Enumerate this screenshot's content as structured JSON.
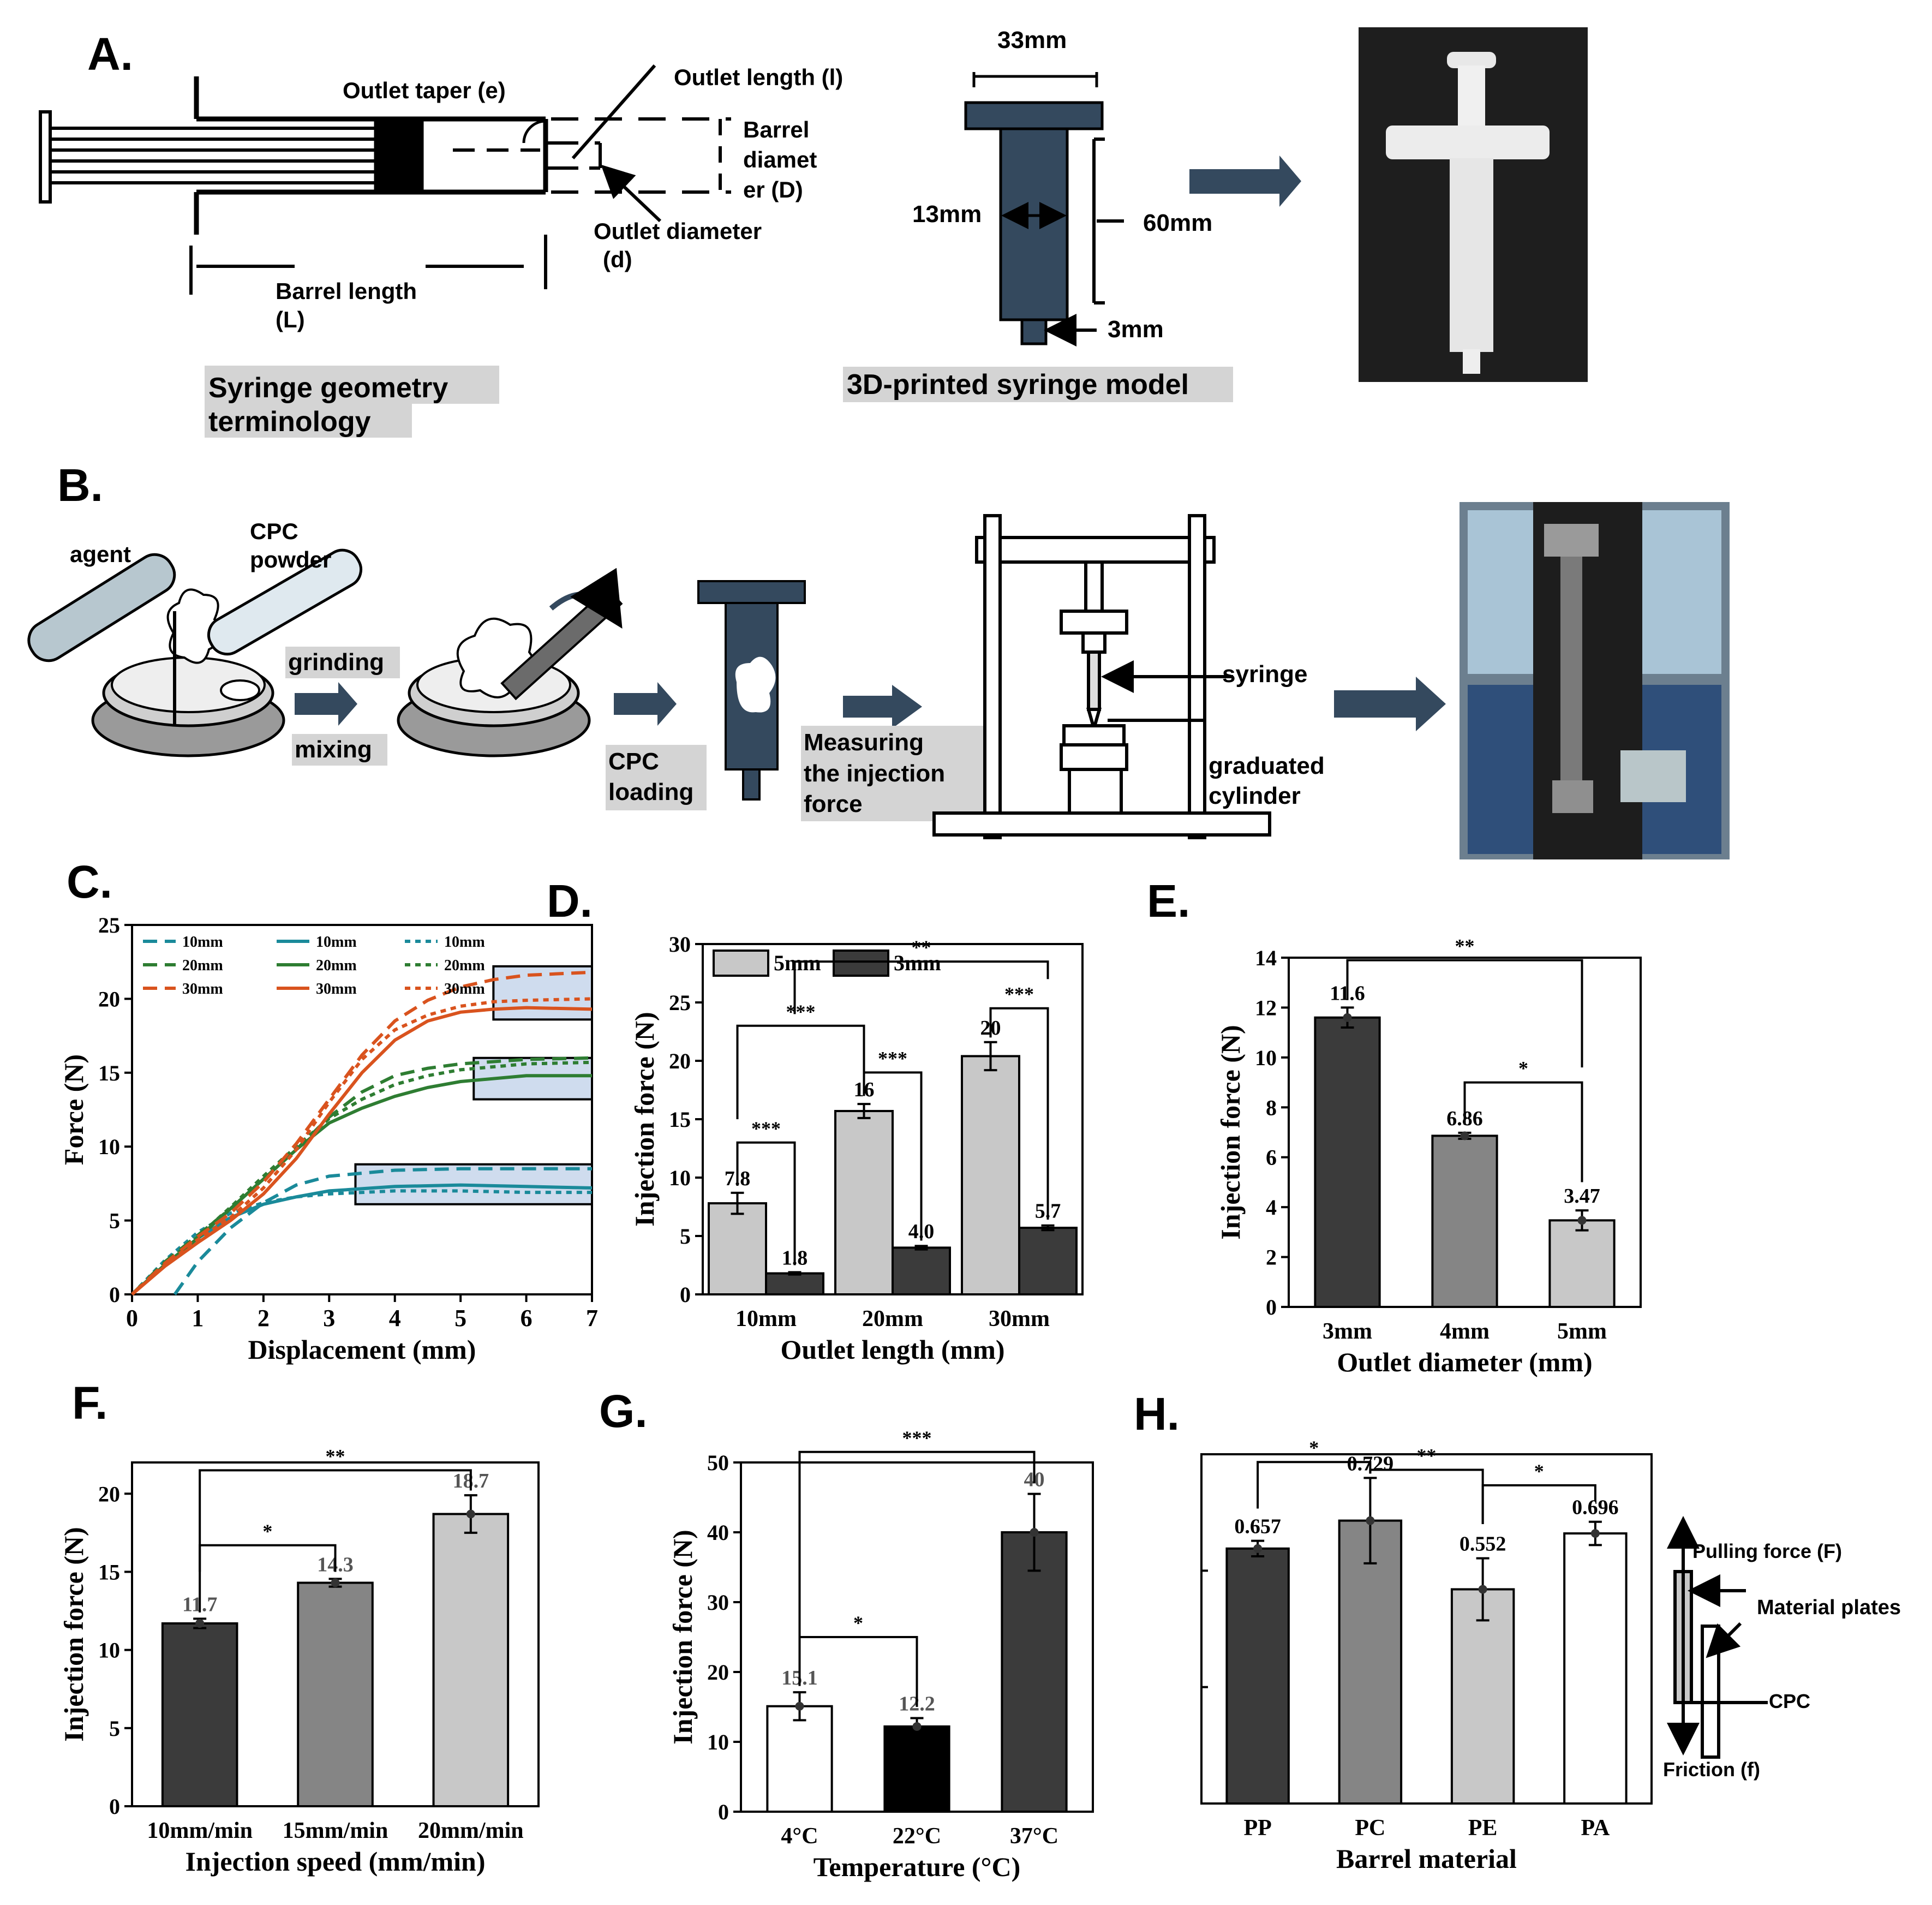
{
  "panelA": {
    "letter": "A.",
    "outlet_taper": "Outlet taper (e)",
    "outlet_length": "Outlet length (l)",
    "barrel_diameter_1": "Barrel",
    "barrel_diameter_2": "diamet",
    "barrel_diameter_3": "er (D)",
    "outlet_diameter_1": "Outlet diameter",
    "outlet_diameter_2": "(d)",
    "barrel_length_1": "Barrel length",
    "barrel_length_2": "(L)",
    "caption_1": "Syringe geometry",
    "caption_2": "terminology",
    "dim_33": "33mm",
    "dim_13": "13mm",
    "dim_60": "60mm",
    "dim_3": "3mm",
    "model_caption": "3D-printed syringe model"
  },
  "panelB": {
    "letter": "B.",
    "agent": "agent",
    "cpc_1": "CPC",
    "cpc_2": "powder",
    "grinding": "grinding",
    "mixing": "mixing",
    "loading_1": "CPC",
    "loading_2": "loading",
    "measure_1": "Measuring",
    "measure_2": "the injection",
    "measure_3": "force",
    "syringe": "syringe",
    "cyl_1": "graduated",
    "cyl_2": "cylinder"
  },
  "colors": {
    "teal": "#1a8a9a",
    "green": "#2e7d32",
    "orange": "#d9531e",
    "dark": "#3b3b3b",
    "mid": "#858585",
    "light": "#c8c8c8",
    "navy": "#34495e",
    "box": "#cfdcee"
  },
  "chart_data": [
    {
      "panel": "C.",
      "type": "line",
      "xlabel": "Displacement (mm)",
      "ylabel": "Force (N)",
      "xlim": [
        0,
        7
      ],
      "ylim": [
        0,
        25
      ],
      "xticks": [
        "0",
        "1",
        "2",
        "3",
        "4",
        "5",
        "6",
        "7"
      ],
      "yticks": [
        "0",
        "5",
        "10",
        "15",
        "20",
        "25"
      ],
      "legend": "top-left",
      "series": [
        {
          "name": "10mm",
          "style": "dash",
          "color": "#1a8a9a",
          "x": [
            0.65,
            1,
            1.5,
            2,
            2.5,
            3,
            4,
            5,
            6,
            7
          ],
          "y": [
            0,
            2.2,
            4.5,
            6.2,
            7.4,
            8.0,
            8.4,
            8.5,
            8.5,
            8.5
          ]
        },
        {
          "name": "10mm",
          "style": "solid",
          "color": "#1a8a9a",
          "x": [
            0,
            0.5,
            1,
            1.5,
            2,
            2.5,
            3,
            4,
            5,
            6,
            7
          ],
          "y": [
            0,
            2,
            3.8,
            5.2,
            6.1,
            6.6,
            7.0,
            7.3,
            7.4,
            7.3,
            7.2
          ]
        },
        {
          "name": "10mm",
          "style": "dot",
          "color": "#1a8a9a",
          "x": [
            0,
            0.5,
            1,
            1.5,
            2,
            2.5,
            3,
            4,
            5,
            6,
            7
          ],
          "y": [
            0,
            2.3,
            4.2,
            5.5,
            6.2,
            6.6,
            6.8,
            7.0,
            7.0,
            6.9,
            6.9
          ]
        },
        {
          "name": "20mm",
          "style": "dash",
          "color": "#2e7d32",
          "x": [
            0,
            0.5,
            1,
            1.5,
            2,
            2.5,
            3,
            3.5,
            4,
            4.5,
            5,
            6,
            7
          ],
          "y": [
            0,
            2.2,
            4.0,
            5.8,
            7.8,
            9.8,
            12.0,
            13.7,
            14.8,
            15.3,
            15.6,
            15.9,
            16.0
          ]
        },
        {
          "name": "20mm",
          "style": "solid",
          "color": "#2e7d32",
          "x": [
            0,
            0.5,
            1,
            1.5,
            2,
            2.5,
            3,
            3.5,
            4,
            4.5,
            5,
            6,
            7
          ],
          "y": [
            0,
            2.0,
            3.8,
            5.8,
            7.8,
            9.8,
            11.6,
            12.6,
            13.4,
            14.0,
            14.4,
            14.8,
            14.8
          ]
        },
        {
          "name": "20mm",
          "style": "dot",
          "color": "#2e7d32",
          "x": [
            0,
            0.5,
            1,
            1.5,
            2,
            2.5,
            3,
            3.5,
            4,
            4.5,
            5,
            6,
            7
          ],
          "y": [
            0,
            2.1,
            3.9,
            5.9,
            8.0,
            10.0,
            11.9,
            13.2,
            14.2,
            14.8,
            15.2,
            15.6,
            15.7
          ]
        },
        {
          "name": "30mm",
          "style": "dash",
          "color": "#d9531e",
          "x": [
            0,
            0.5,
            1,
            1.5,
            2,
            2.5,
            3,
            3.5,
            4,
            4.5,
            5,
            5.5,
            6,
            7
          ],
          "y": [
            0,
            2.1,
            3.9,
            5.5,
            7.6,
            10.2,
            13.2,
            16.2,
            18.5,
            19.9,
            20.8,
            21.3,
            21.6,
            21.8
          ]
        },
        {
          "name": "30mm",
          "style": "solid",
          "color": "#d9531e",
          "x": [
            0,
            0.5,
            1,
            1.5,
            2,
            2.5,
            3,
            3.5,
            4,
            4.5,
            5,
            5.5,
            6,
            7
          ],
          "y": [
            0,
            1.9,
            3.5,
            5.0,
            6.8,
            9.2,
            12.2,
            15.0,
            17.2,
            18.5,
            19.1,
            19.3,
            19.4,
            19.3
          ]
        },
        {
          "name": "30mm",
          "style": "dot",
          "color": "#d9531e",
          "x": [
            0,
            0.5,
            1,
            1.5,
            2,
            2.5,
            3,
            3.5,
            4,
            4.5,
            5,
            5.5,
            6,
            7
          ],
          "y": [
            0,
            2.0,
            3.7,
            5.2,
            7.2,
            9.8,
            13.0,
            15.9,
            17.9,
            18.9,
            19.5,
            19.8,
            19.9,
            20.0
          ]
        }
      ],
      "boxes": [
        {
          "x": [
            3.4,
            7
          ],
          "y": [
            6.1,
            8.8
          ]
        },
        {
          "x": [
            5.2,
            7
          ],
          "y": [
            13.2,
            16.0
          ]
        },
        {
          "x": [
            5.5,
            7
          ],
          "y": [
            18.6,
            22.2
          ]
        }
      ]
    },
    {
      "panel": "D.",
      "type": "bar",
      "xlabel": "Outlet length (mm)",
      "ylabel": "Injection force (N)",
      "ylim": [
        0,
        30
      ],
      "yticks": [
        "0",
        "5",
        "10",
        "15",
        "20",
        "25",
        "30"
      ],
      "categories": [
        "10mm",
        "20mm",
        "30mm"
      ],
      "legend": "top-left",
      "series": [
        {
          "name": "5mm",
          "color": "#c8c8c8",
          "values": [
            7.8,
            15.7,
            20.4
          ],
          "errors": [
            0.9,
            0.6,
            1.2
          ],
          "labels": [
            "7.8",
            "16",
            "20"
          ]
        },
        {
          "name": "3mm",
          "color": "#3b3b3b",
          "values": [
            1.8,
            4.0,
            5.7
          ],
          "errors": [
            0.1,
            0.15,
            0.2
          ],
          "labels": [
            "1.8",
            "4.0",
            "5.7"
          ]
        }
      ],
      "sig": [
        "***",
        "***",
        "***",
        "***",
        "**"
      ]
    },
    {
      "panel": "E.",
      "type": "bar",
      "xlabel": "Outlet diameter (mm)",
      "ylabel": "Injection force (N)",
      "ylim": [
        0,
        14
      ],
      "yticks": [
        "0",
        "2",
        "4",
        "6",
        "8",
        "10",
        "12",
        "14"
      ],
      "categories": [
        "3mm",
        "4mm",
        "5mm"
      ],
      "values": [
        11.6,
        6.86,
        3.47
      ],
      "errors": [
        0.4,
        0.12,
        0.4
      ],
      "labels": [
        "11.6",
        "6.86",
        "3.47"
      ],
      "sig": [
        "**",
        "*"
      ]
    },
    {
      "panel": "F.",
      "type": "bar",
      "xlabel": "Injection speed (mm/min)",
      "ylabel": "Injection force (N)",
      "ylim": [
        0,
        22
      ],
      "yticks": [
        "0",
        "5",
        "10",
        "15",
        "20"
      ],
      "categories": [
        "10mm/min",
        "15mm/min",
        "20mm/min"
      ],
      "values": [
        11.7,
        14.3,
        18.7
      ],
      "errors": [
        0.3,
        0.25,
        1.2
      ],
      "labels": [
        "11.7",
        "14.3",
        "18.7"
      ],
      "sig": [
        "**",
        "*"
      ]
    },
    {
      "panel": "G.",
      "type": "bar",
      "xlabel": "Temperature (°C)",
      "ylabel": "Injection force (N)",
      "ylim": [
        0,
        50
      ],
      "yticks": [
        "0",
        "10",
        "20",
        "30",
        "40",
        "50"
      ],
      "categories": [
        "4°C",
        "22°C",
        "37°C"
      ],
      "values": [
        15.1,
        12.2,
        40
      ],
      "errors": [
        2.0,
        1.2,
        5.5
      ],
      "labels": [
        "15.1",
        "12.2",
        "40"
      ],
      "sig": [
        "***",
        "*"
      ]
    },
    {
      "panel": "H.",
      "type": "bar",
      "xlabel": "Barrel material",
      "ylabel": "",
      "ylim": [
        0,
        0.9
      ],
      "categories": [
        "PP",
        "PC",
        "PE",
        "PA"
      ],
      "values": [
        0.657,
        0.729,
        0.552,
        0.696
      ],
      "errors": [
        0.02,
        0.11,
        0.08,
        0.03
      ],
      "labels": [
        "0.657",
        "0.729",
        "0.552",
        "0.696"
      ],
      "sig": [
        "*",
        "**",
        "*"
      ],
      "inset": {
        "pulling": "Pulling force (F)",
        "plates": "Material plates",
        "cpc": "CPC",
        "friction": "Friction (f)"
      }
    }
  ]
}
